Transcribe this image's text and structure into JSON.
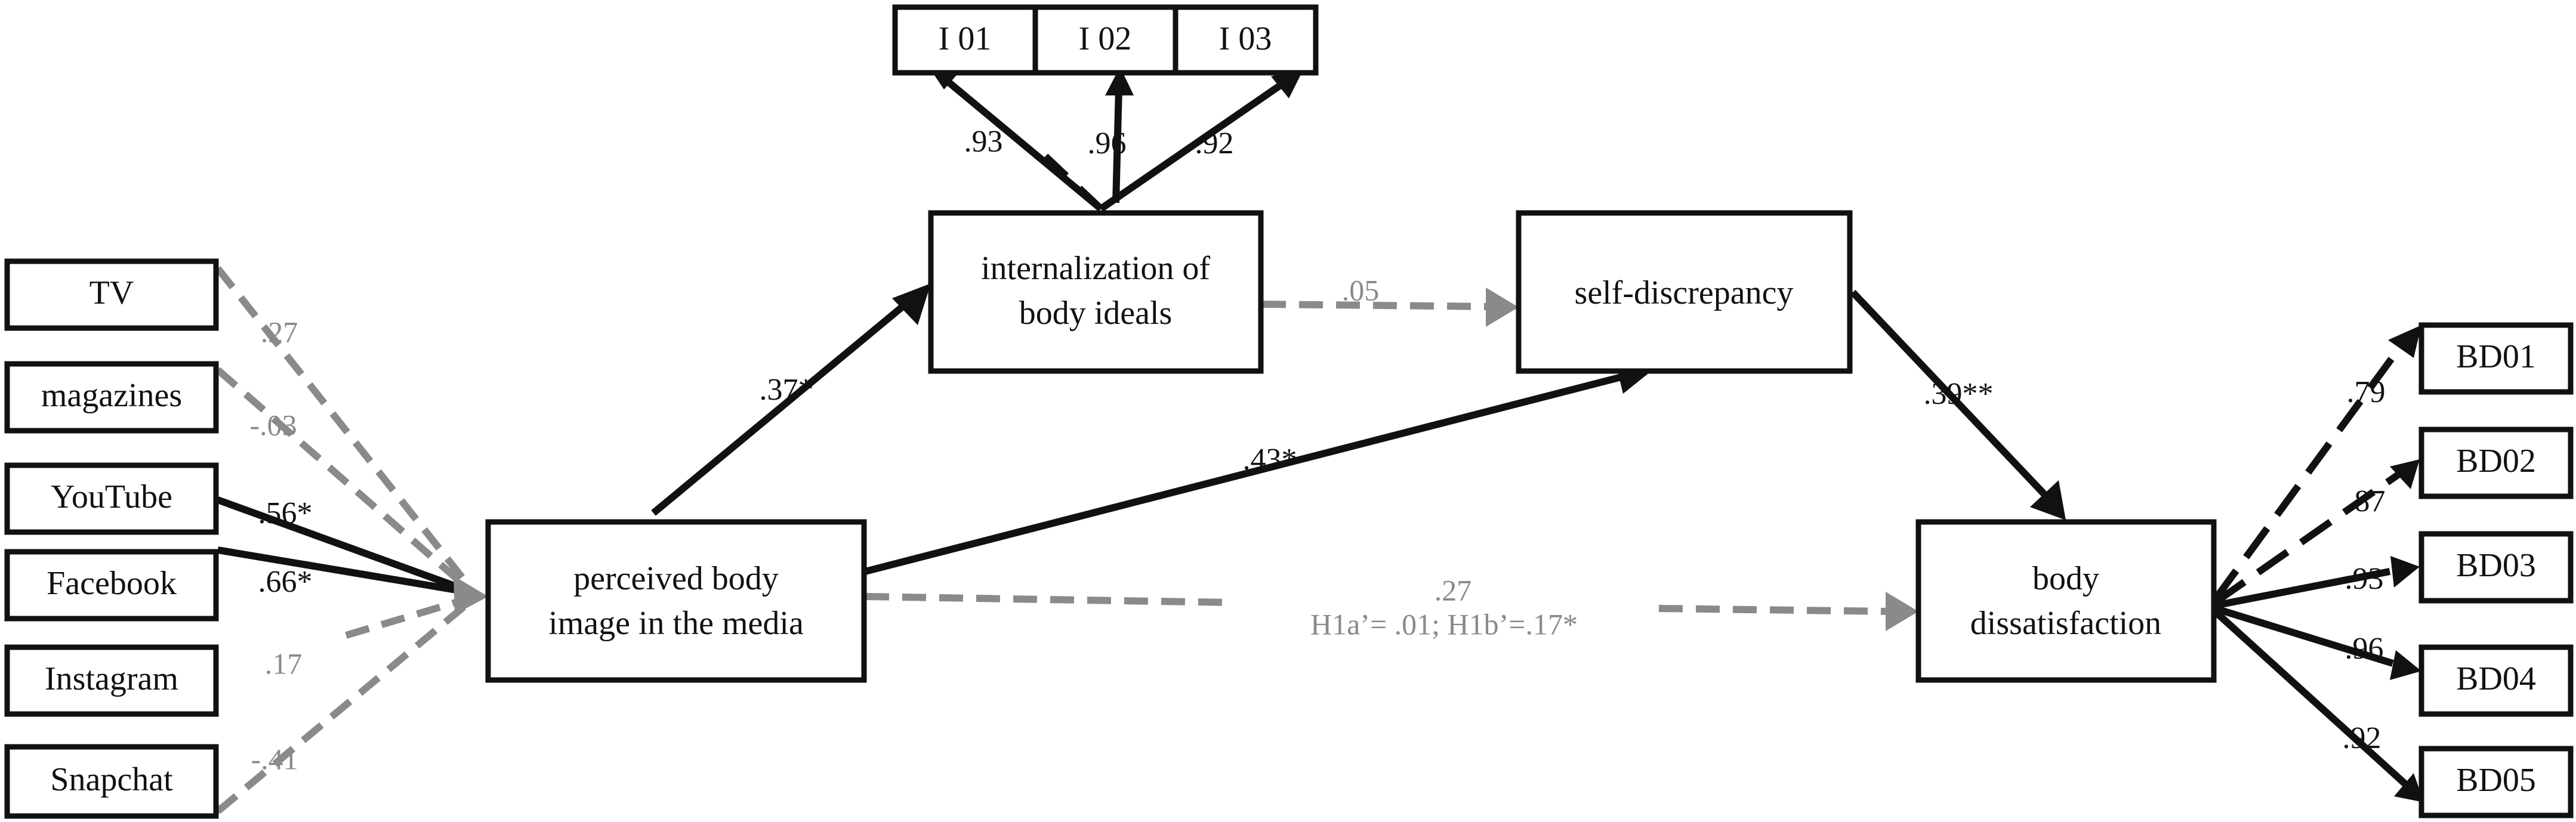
{
  "nodes": {
    "tv": "TV",
    "magazines": "magazines",
    "youtube": "YouTube",
    "facebook": "Facebook",
    "instagram": "Instagram",
    "snapchat": "Snapchat",
    "perceived_line1": "perceived body",
    "perceived_line2": "image in the media",
    "internalization_line1": "internalization of",
    "internalization_line2": "body ideals",
    "self_discrepancy": "self-discrepancy",
    "dissatisfaction_line1": "body",
    "dissatisfaction_line2": "dissatisfaction",
    "i01": "I 01",
    "i02": "I 02",
    "i03": "I 03",
    "bd01": "BD01",
    "bd02": "BD02",
    "bd03": "BD03",
    "bd04": "BD04",
    "bd05": "BD05"
  },
  "coefficients": {
    "tv": ".27",
    "magazines": "-.03",
    "youtube": ".56*",
    "facebook": ".66*",
    "instagram": ".17",
    "snapchat": "-.41",
    "i01": ".93",
    "i02": ".96",
    "i03": ".92",
    "perceived_to_internalization": ".37*",
    "internalization_to_self": ".05",
    "perceived_to_self": ".43*",
    "self_to_dissatisfaction": ".39**",
    "perceived_to_dissatisfaction": ".27",
    "perceived_to_dissatisfaction_note": "H1a’= .01; H1b’=.17*",
    "bd01": ".79",
    "bd02": ".87",
    "bd03": ".93",
    "bd04": ".96",
    "bd05": ".92"
  },
  "colors": {
    "significant_path": "#111111",
    "nonsignificant_path": "#8a8a8a",
    "background": "#ffffff"
  }
}
